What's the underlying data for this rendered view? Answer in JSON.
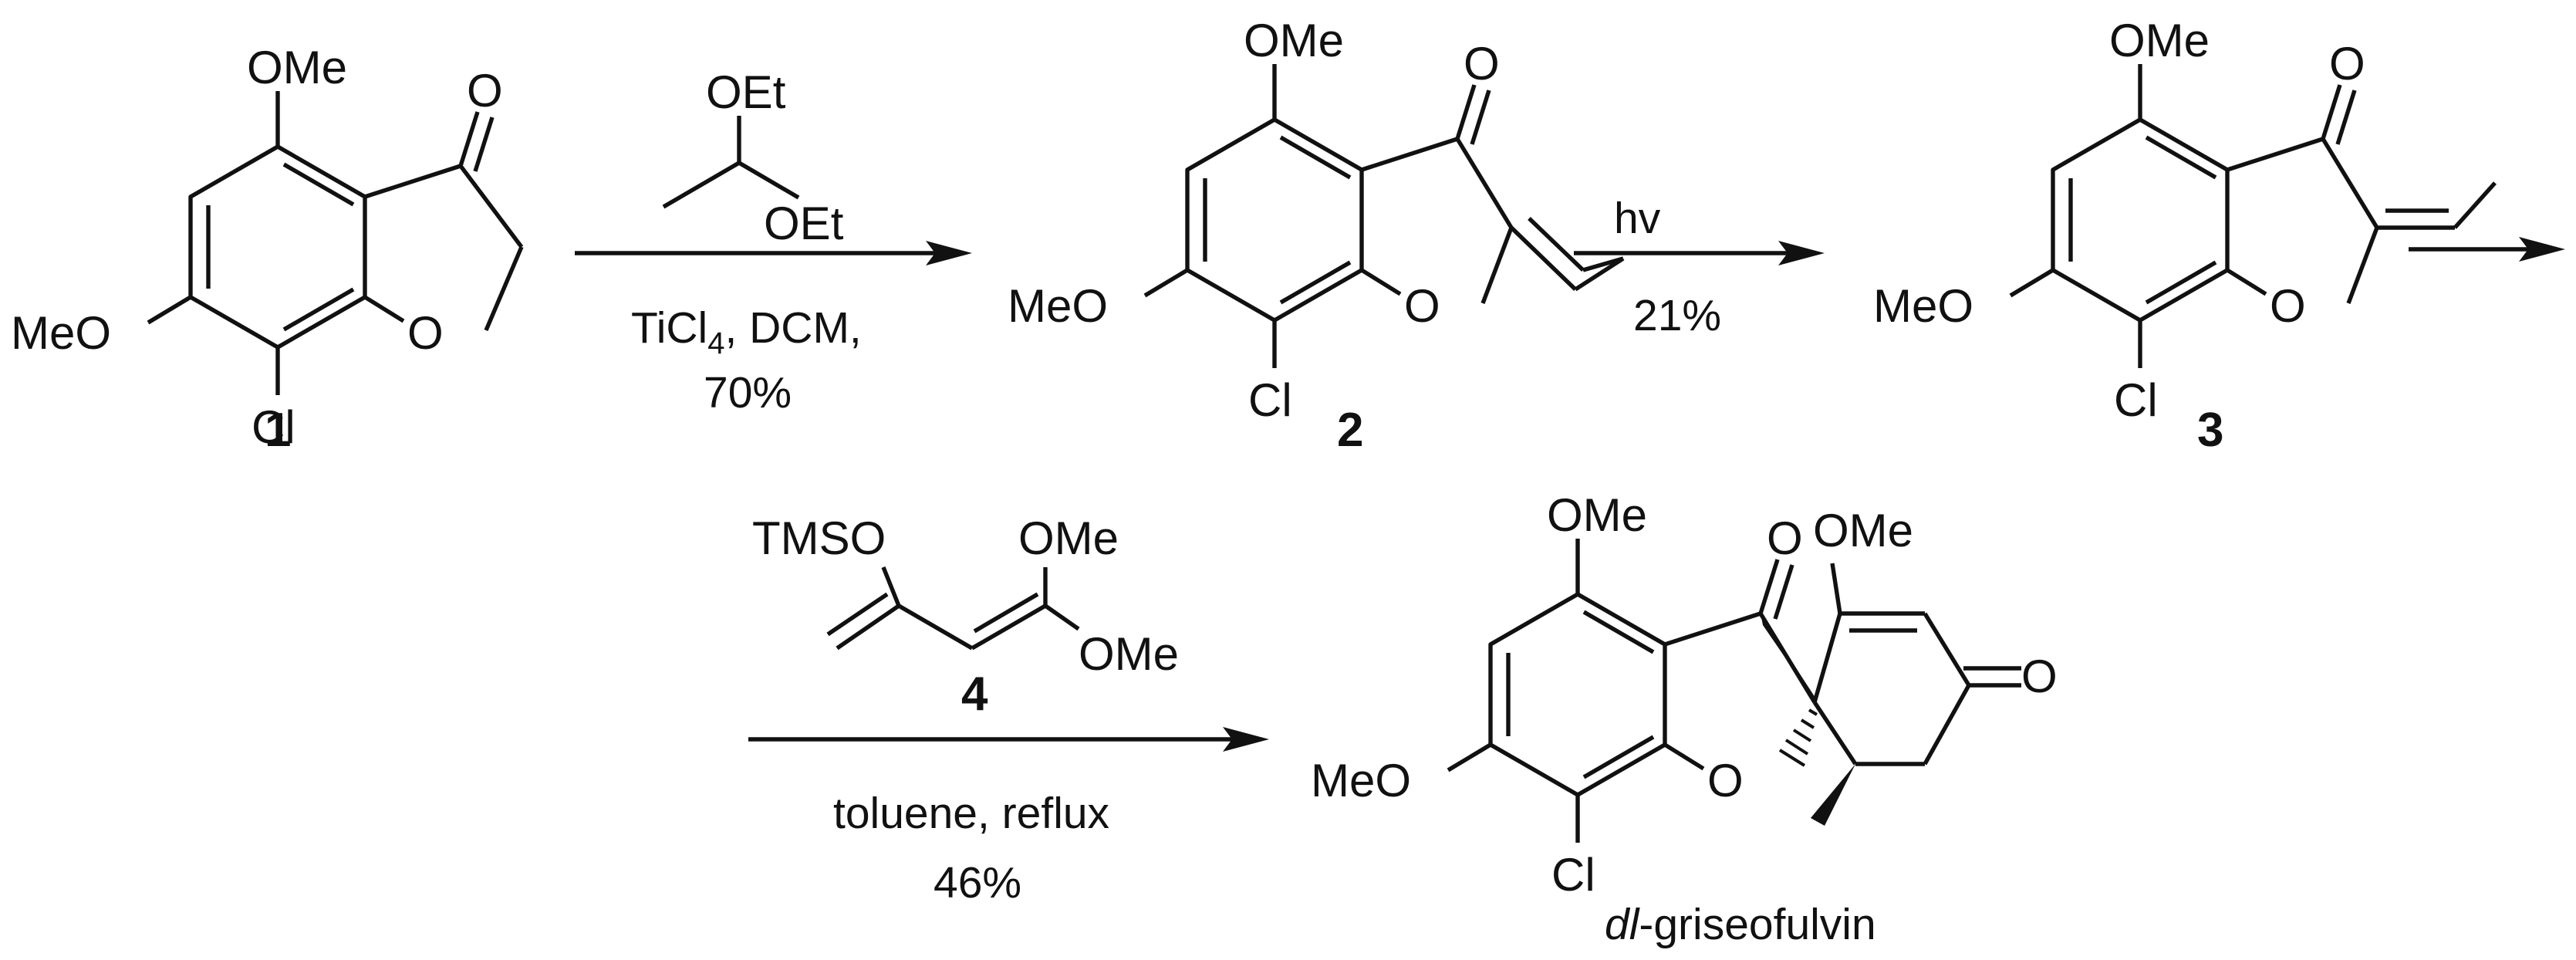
{
  "atoms": {
    "methoxy": "OMe",
    "methoxy_left": "MeO",
    "chlorine": "Cl",
    "ring_oxygen": "O",
    "carbonyl_oxygen": "O",
    "ethoxy": "OEt",
    "silyl_ether": "TMSO"
  },
  "compounds": {
    "c1": "1",
    "c2": "2",
    "c3": "3",
    "c4": "4",
    "product_prefix": "dl",
    "product_suffix": "-griseofulvin"
  },
  "conditions": {
    "step1_lewis_acid": "TiCl",
    "step1_subscript": "4",
    "step1_solvent": ", DCM,",
    "step1_yield": "70%",
    "step2_reagent": "hv",
    "step2_yield": "21%",
    "step3_solvent": "toluene, reflux",
    "step3_yield": "46%"
  }
}
